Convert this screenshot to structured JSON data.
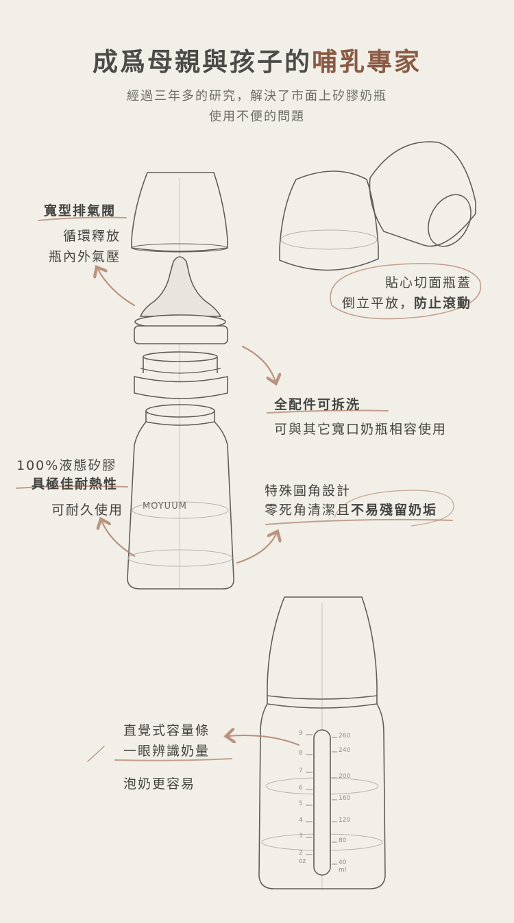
{
  "title": {
    "main": "成爲母親與孩子的",
    "accent": "哺乳專家"
  },
  "subtitle": [
    "經過三年多的研究，解決了市面上矽膠奶瓶",
    "使用不便的問題"
  ],
  "features": {
    "vent": {
      "title": "寬型排氣閥",
      "line1": "循環釋放",
      "line2": "瓶內外氣壓"
    },
    "cap": {
      "line1": "貼心切面瓶蓋",
      "line2_prefix": "倒立平放，",
      "line2_bold": "防止滾動"
    },
    "detach": {
      "title": "全配件可拆洗",
      "desc": "可與其它寬口奶瓶相容使用"
    },
    "silicone": {
      "line1": "100%液態矽膠",
      "line2": "具極佳耐熱性",
      "line3": "可耐久使用"
    },
    "corner": {
      "line1": "特殊圓角設計",
      "line2_prefix": "零死角清潔且",
      "line2_bold": "不易殘留奶垢"
    },
    "scale": {
      "line1": "直覺式容量條",
      "line2": "一眼辨識奶量",
      "line3": "泡奶更容易"
    }
  },
  "brand": "MOYUUM",
  "scale": {
    "left": [
      "9",
      "8",
      "7",
      "6",
      "5",
      "4",
      "3",
      "2"
    ],
    "right": [
      "260",
      "240",
      "200",
      "160",
      "120",
      "80",
      "40"
    ],
    "unit_left": "oz",
    "unit_right": "ml"
  },
  "colors": {
    "background": "#f1efe7",
    "accent": "#8a5a44",
    "arrow": "#b0836e",
    "line": "#5e5e5a"
  }
}
